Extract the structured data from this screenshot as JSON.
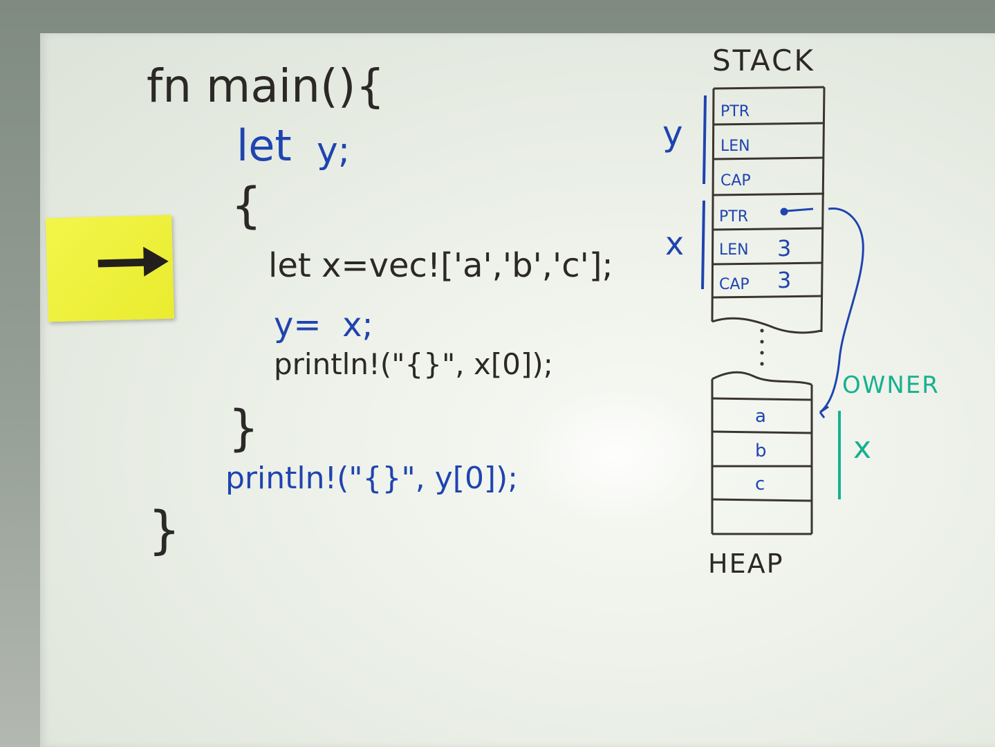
{
  "code": {
    "line1": "fn main(){",
    "line2_kw": "let",
    "line2_var": "y;",
    "line3": "{",
    "line4": "let x=vec!['a','b','c'];",
    "line5": "y=  x;",
    "line6": "println!(\"{}\", x[0]);",
    "line7": "}",
    "line8": "println!(\"{}\", y[0]);",
    "line9": "}"
  },
  "diagram": {
    "stack_title": "STACK",
    "heap_title": "HEAP",
    "owner_label": "OWNER",
    "y_label": "y",
    "x_label": "x",
    "heap_x_label": "x",
    "y_slots": [
      {
        "field": "PTR",
        "value": ""
      },
      {
        "field": "LEN",
        "value": ""
      },
      {
        "field": "CAP",
        "value": ""
      }
    ],
    "x_slots": [
      {
        "field": "PTR",
        "value": ""
      },
      {
        "field": "LEN",
        "value": "3"
      },
      {
        "field": "CAP",
        "value": "3"
      }
    ],
    "heap_cells": [
      "a",
      "b",
      "c"
    ]
  },
  "colors": {
    "black_ink": "#2b2826",
    "blue_ink": "#1f44b0",
    "teal_ink": "#17b08f",
    "sticky_note": "#eef03a"
  },
  "icons": {
    "sticky_arrow": "right-arrow-icon"
  }
}
